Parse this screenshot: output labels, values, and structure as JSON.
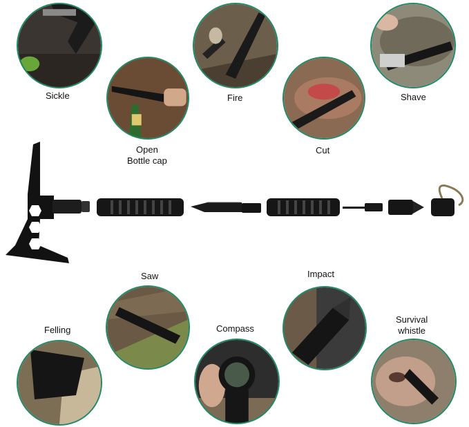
{
  "features": {
    "sickle": "Sickle",
    "bottle_line1": "Open",
    "bottle_line2": "Bottle cap",
    "fire": "Fire",
    "cut": "Cut",
    "shave": "Shave",
    "saw": "Saw",
    "impact": "Impact",
    "felling": "Felling",
    "compass": "Compass",
    "whistle_line1": "Survival",
    "whistle_line2": "whistle"
  },
  "colors": {
    "ring": "#1f8a63",
    "tool": "#121212",
    "metal": "#2a2a2a"
  }
}
